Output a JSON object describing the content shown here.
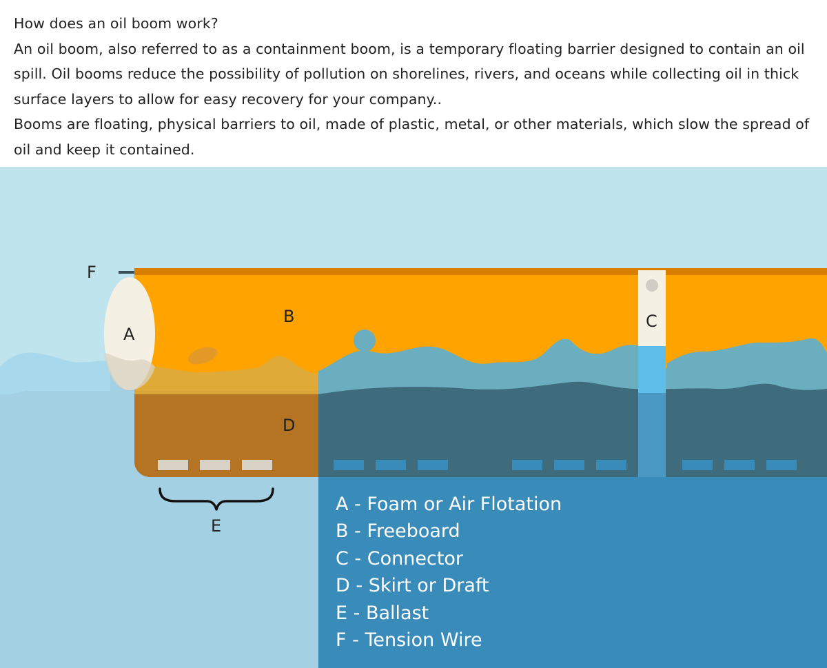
{
  "intro": {
    "heading": "How does an oil boom work?",
    "paragraph1": "An oil boom, also referred to as a containment boom, is a temporary floating barrier designed to contain an oil spill. Oil booms reduce the possibility of pollution on shorelines, rivers, and oceans while collecting oil in thick surface layers to allow for easy recovery for your company..",
    "paragraph2": "Booms are floating, physical barriers to oil, made of plastic, metal, or other materials, which slow the spread of oil and keep it contained."
  },
  "diagram": {
    "labels": {
      "a": "A",
      "b": "B",
      "c": "C",
      "d": "D",
      "e": "E",
      "f": "F"
    },
    "legend": [
      "A - Foam or Air Flotation",
      "B - Freeboard",
      "C - Connector",
      "D - Skirt or Draft",
      "E - Ballast",
      "F - Tension Wire"
    ]
  },
  "colors": {
    "sky": "#bfe4ee",
    "water": "#a4d0e3",
    "boom_orange": "#ffa300",
    "tension_wire": "#d97f00",
    "skirt_brown": "#b57424",
    "cutaway_blue": "#398bb9",
    "deep_water": "#3e6c7c",
    "float_cream": "#f4f0e4"
  }
}
